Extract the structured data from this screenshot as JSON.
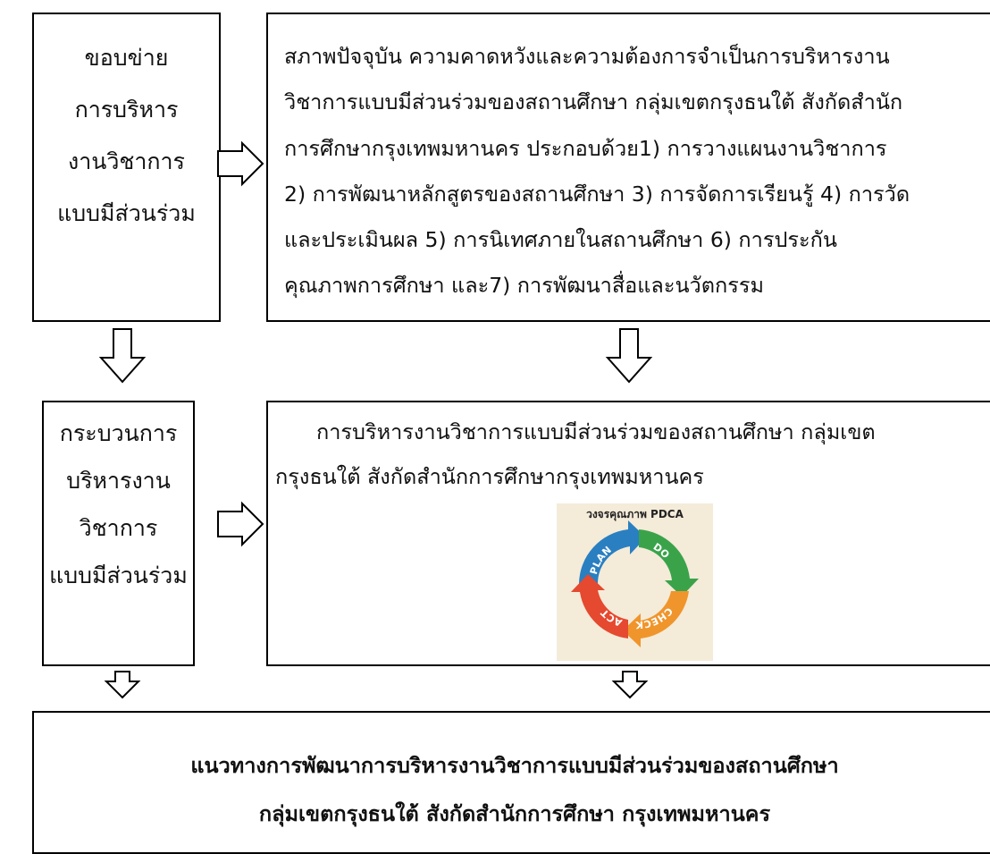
{
  "framework_box": {
    "lines": [
      "ขอบข่าย",
      "การบริหาร",
      "งานวิชาการ",
      "แบบมีส่วนร่วม"
    ]
  },
  "state_box": {
    "lines": [
      "สภาพปัจจุบัน ความคาดหวังและความต้องการจำเป็นการบริหารงาน",
      "วิชาการแบบมีส่วนร่วมของสถานศึกษา กลุ่มเขตกรุงธนใต้ สังกัดสำนัก",
      "การศึกษากรุงเทพมหานคร ประกอบด้วย1) การวางแผนงานวิชาการ",
      "2) การพัฒนาหลักสูตรของสถานศึกษา 3) การจัดการเรียนรู้ 4) การวัด",
      "และประเมินผล 5) การนิเทศภายในสถานศึกษา 6) การประกัน",
      "คุณภาพการศึกษา และ7) การพัฒนาสื่อและนวัตกรรม"
    ]
  },
  "process_box": {
    "lines": [
      "กระบวนการ",
      "บริหารงาน",
      "วิชาการ",
      "แบบมีส่วนร่วม"
    ]
  },
  "participatory_box": {
    "lines": [
      "การบริหารงานวิชาการแบบมีส่วนร่วมของสถานศึกษา กลุ่มเขต",
      "กรุงธนใต้ สังกัดสำนักการศึกษากรุงเทพมหานคร"
    ],
    "pdca": {
      "title": "วงจรคุณภาพ PDCA",
      "stages": [
        "PLAN",
        "DO",
        "CHECK",
        "ACT"
      ],
      "colors": [
        "#2a7fc1",
        "#3aa34a",
        "#f0952b",
        "#e5492f"
      ]
    }
  },
  "guideline_box": {
    "lines": [
      "แนวทางการพัฒนาการบริหารงานวิชาการแบบมีส่วนร่วมของสถานศึกษา",
      "กลุ่มเขตกรุงธนใต้ สังกัดสำนักการศึกษา กรุงเทพมหานคร"
    ]
  },
  "arrow_icons": [
    "right-arrow-icon",
    "down-arrow-icon"
  ]
}
